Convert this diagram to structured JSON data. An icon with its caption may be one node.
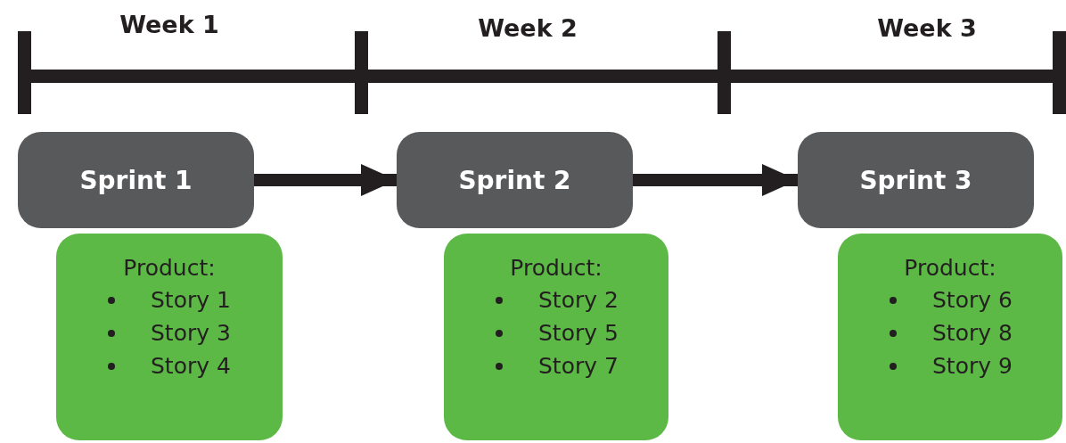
{
  "diagram": {
    "nodes": [
      {
        "text": [
          "Sprint 1"
        ]
      },
      {
        "text": [
          "Product:",
          "Story 1",
          "Story 3",
          "Story 4"
        ]
      },
      {
        "text": [
          "Sprint 2"
        ]
      },
      {
        "text": [
          "Product:",
          "Story 2",
          "Story 5",
          "Story 7"
        ]
      },
      {
        "text": [
          "Sprint 3"
        ]
      },
      {
        "text": [
          "Product:",
          "Story 6",
          "Story 8",
          "Story 9"
        ]
      }
    ],
    "edges": [
      {
        "from": 0,
        "to": 2,
        "arrow": "to"
      },
      {
        "from": 2,
        "to": 4,
        "arrow": "to"
      }
    ],
    "labels": [
      "Week 1",
      "Week 2",
      "Week 3"
    ]
  }
}
